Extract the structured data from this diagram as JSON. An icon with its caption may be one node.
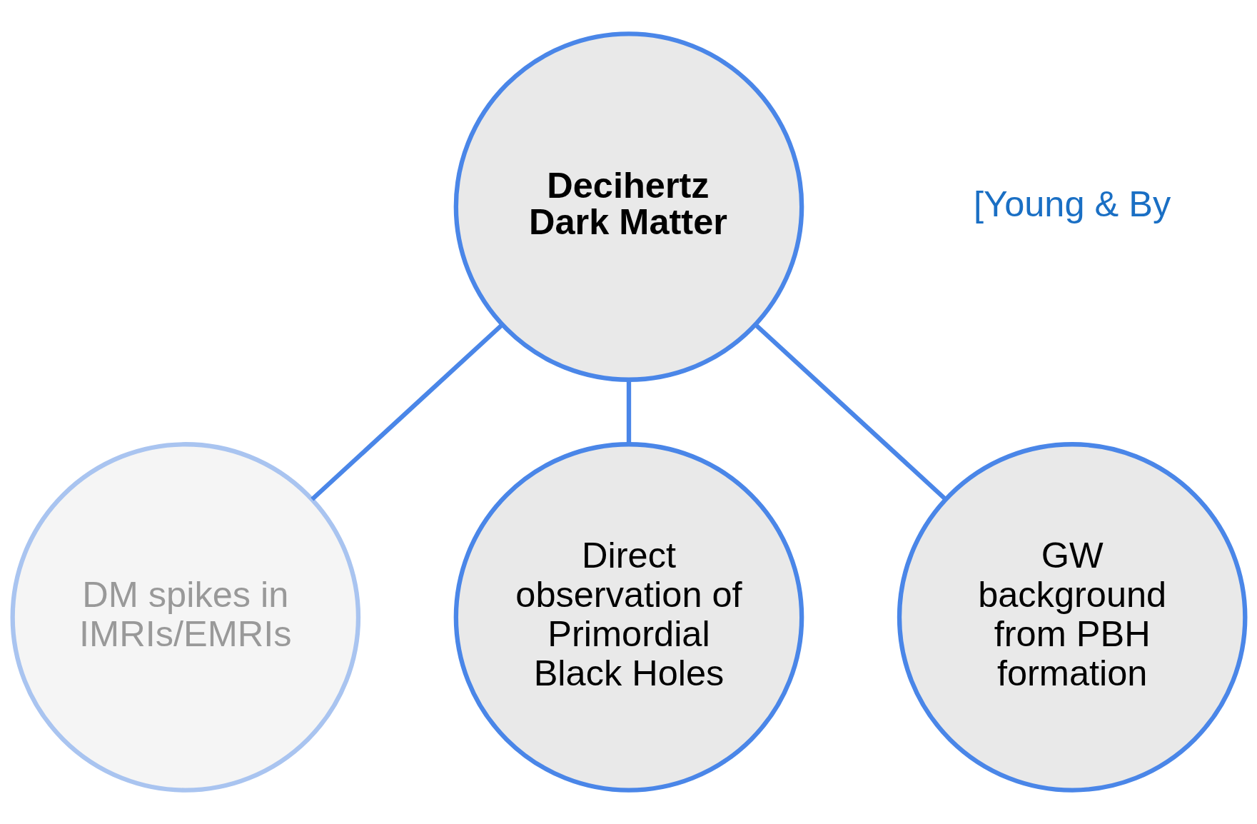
{
  "diagram": {
    "nodes": [
      {
        "text": [
          "Decihertz Dark Matter"
        ]
      },
      {
        "text": [
          "DM spikes in IMRIs/EMRIs"
        ]
      },
      {
        "text": [
          "Direct observation of Primordial Black Holes"
        ]
      },
      {
        "text": [
          "GW background from PBH formation"
        ]
      }
    ],
    "edges": [
      {
        "from": 0,
        "to": 1,
        "arrow": "none"
      },
      {
        "from": 0,
        "to": 2,
        "arrow": "none"
      },
      {
        "from": 0,
        "to": 3,
        "arrow": "none"
      }
    ],
    "labels": [
      "[Young & By"
    ]
  }
}
